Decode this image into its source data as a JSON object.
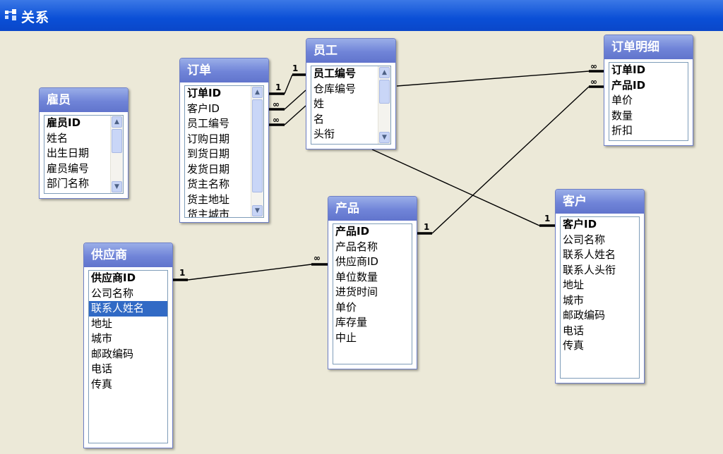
{
  "window": {
    "title": "关系"
  },
  "tables": {
    "employee": {
      "title": "雇员",
      "fields": [
        "雇员ID",
        "姓名",
        "出生日期",
        "雇员编号",
        "部门名称"
      ]
    },
    "order": {
      "title": "订单",
      "fields": [
        "订单ID",
        "客户ID",
        "员工编号",
        "订购日期",
        "到货日期",
        "发货日期",
        "货主名称",
        "货主地址",
        "货主城市"
      ]
    },
    "staff": {
      "title": "员工",
      "fields": [
        "员工编号",
        "仓库编号",
        "姓",
        "名",
        "头衔"
      ]
    },
    "orderdetail": {
      "title": "订单明细",
      "fields": [
        "订单ID",
        "产品ID",
        "单价",
        "数量",
        "折扣"
      ]
    },
    "product": {
      "title": "产品",
      "fields": [
        "产品ID",
        "产品名称",
        "供应商ID",
        "单位数量",
        "进货时间",
        "单价",
        "库存量",
        "中止"
      ]
    },
    "customer": {
      "title": "客户",
      "fields": [
        "客户ID",
        "公司名称",
        "联系人姓名",
        "联系人头衔",
        "地址",
        "城市",
        "邮政编码",
        "电话",
        "传真"
      ]
    },
    "supplier": {
      "title": "供应商",
      "fields": [
        "供应商ID",
        "公司名称",
        "联系人姓名",
        "地址",
        "城市",
        "邮政编码",
        "电话",
        "传真"
      ],
      "selected": "联系人姓名"
    }
  },
  "cardinality": {
    "one": "1",
    "many": "∞"
  },
  "colors": {
    "titlebar": "#0a4fd6",
    "table_header": "#7084d8",
    "canvas": "#ece9d8",
    "selection": "#316ac5"
  }
}
